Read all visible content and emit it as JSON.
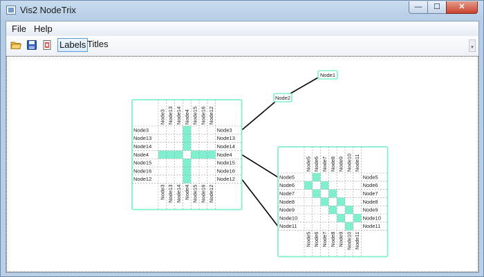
{
  "window": {
    "title": "Vis2 NodeTrix",
    "min_glyph": "—",
    "max_glyph": "☐",
    "close_glyph": "✕"
  },
  "menu": {
    "items": [
      "File",
      "Help"
    ]
  },
  "toolbar": {
    "icons": [
      "open-folder-icon",
      "save-icon",
      "export-icon"
    ],
    "labels_toggle": "Labels",
    "titles_toggle": "Titles",
    "labels_on": true
  },
  "colors": {
    "accent": "#7fefcf",
    "edge": "#000000",
    "grid": "#999999"
  },
  "graph": {
    "nodes": [
      {
        "id": "node1",
        "label": "Node1"
      },
      {
        "id": "node2",
        "label": "Node2"
      }
    ],
    "matrices": [
      {
        "id": "matrix-a",
        "labels": [
          "Node3",
          "Node13",
          "Node14",
          "Node4",
          "Node15",
          "Node16",
          "Node12"
        ],
        "filled": [
          [
            0,
            3
          ],
          [
            1,
            3
          ],
          [
            2,
            3
          ],
          [
            3,
            0
          ],
          [
            3,
            1
          ],
          [
            3,
            2
          ],
          [
            3,
            4
          ],
          [
            3,
            5
          ],
          [
            3,
            6
          ],
          [
            4,
            3
          ],
          [
            5,
            3
          ],
          [
            6,
            3
          ]
        ]
      },
      {
        "id": "matrix-b",
        "labels": [
          "Node5",
          "Node6",
          "Node7",
          "Node8",
          "Node9",
          "Node10",
          "Node11"
        ],
        "filled": [
          [
            0,
            1
          ],
          [
            1,
            0
          ],
          [
            1,
            2
          ],
          [
            2,
            1
          ],
          [
            2,
            3
          ],
          [
            3,
            2
          ],
          [
            3,
            4
          ],
          [
            4,
            3
          ],
          [
            4,
            5
          ],
          [
            5,
            4
          ],
          [
            5,
            6
          ],
          [
            6,
            5
          ]
        ]
      }
    ],
    "edges": [
      {
        "from": "node1",
        "to": "node2"
      },
      {
        "from": "node2",
        "to": "matrix-a:Node3"
      },
      {
        "from": "matrix-a:Node4",
        "to": "matrix-b:Node5"
      },
      {
        "from": "matrix-a:Node12",
        "to": "matrix-b:Node11"
      }
    ]
  }
}
